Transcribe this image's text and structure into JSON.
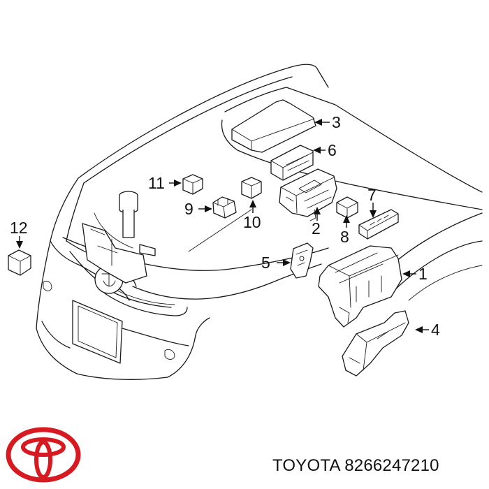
{
  "colors": {
    "line": "#1a1a1a",
    "logo_red": "#d71a21",
    "background": "#ffffff"
  },
  "callouts": [
    {
      "id": "1",
      "label": "1"
    },
    {
      "id": "2",
      "label": "2"
    },
    {
      "id": "3",
      "label": "3"
    },
    {
      "id": "4",
      "label": "4"
    },
    {
      "id": "5",
      "label": "5"
    },
    {
      "id": "6",
      "label": "6"
    },
    {
      "id": "7",
      "label": "7"
    },
    {
      "id": "8",
      "label": "8"
    },
    {
      "id": "9",
      "label": "9"
    },
    {
      "id": "10",
      "label": "10"
    },
    {
      "id": "11",
      "label": "11"
    },
    {
      "id": "12",
      "label": "12"
    }
  ],
  "footer": {
    "brand": "TOYOTA",
    "part_number": "8266247210"
  },
  "logo": {
    "icon": "toyota-logo-icon"
  }
}
